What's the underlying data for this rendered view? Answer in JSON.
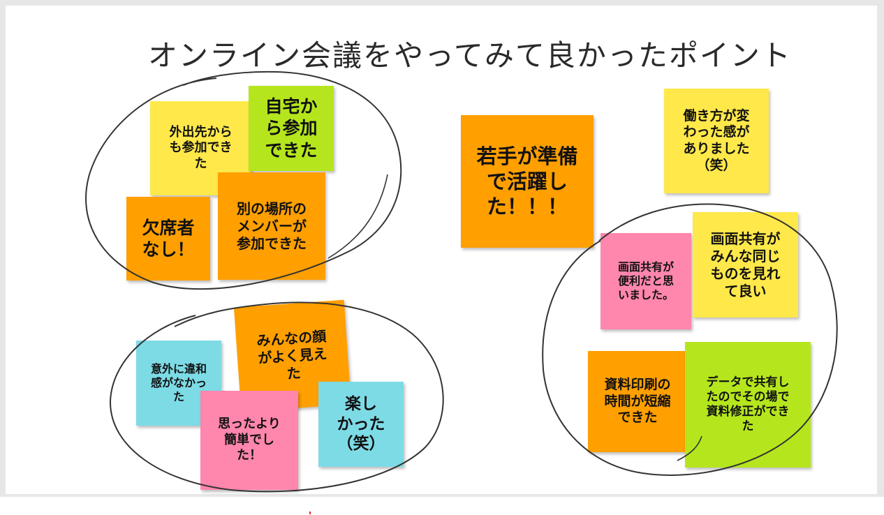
{
  "title": "オンライン会議をやってみて良かったポイント",
  "notes": {
    "n1": "外出先から\nも参加でき\nた",
    "n2": "自宅か\nら参加\nできた",
    "n3": "欠席者\nなし！",
    "n4": "別の場所の\nメンバーが\n参加できた",
    "n5": "若手が準備\nで活躍し\nた！！！",
    "n6": "働き方が変\nわった感が\nありました\n（笑）",
    "n7": "画面共有が\n便利だと思\nいました。",
    "n8": "画面共有が\nみんな同じ\nものを見れ\nて良い",
    "n9": "資料印刷の\n時間が短縮\nできた",
    "n10": "データで共有し\nたのでその場で\n資料修正ができ\nた",
    "n11": "意外に違和\n感がなかっ\nた",
    "n12": "みんなの顔\nがよく見え\nた",
    "n13": "思ったより\n簡単でし\nた！",
    "n14": "楽し\nかった\n（笑）"
  },
  "colors": {
    "yellow": "#ffe84a",
    "green": "#b5e61d",
    "orange": "#ff9f00",
    "pink": "#ff86ad",
    "cyan": "#7ddbe6",
    "ink": "#333333"
  }
}
